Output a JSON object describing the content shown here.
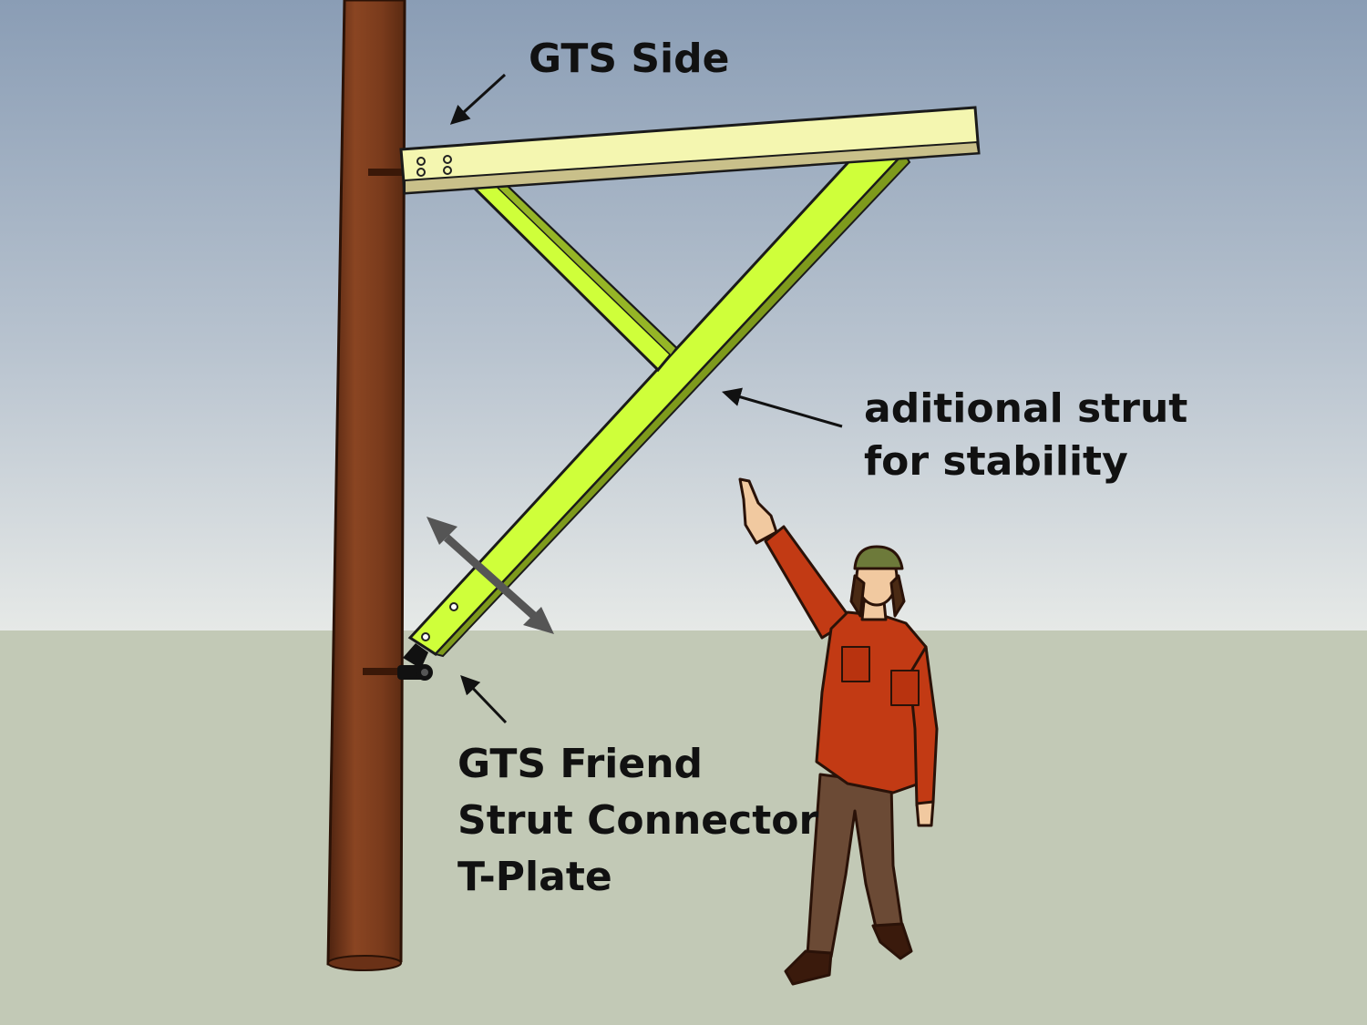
{
  "labels": {
    "gts_side": "GTS Side",
    "additional_strut": [
      "aditional strut",
      "for stability"
    ],
    "connector": [
      "GTS Friend",
      "Strut Connector",
      "T-Plate"
    ]
  },
  "colors": {
    "sky_top": "#8a9db5",
    "sky_bottom": "#e6e9e7",
    "ground": "#c2c9b6",
    "pole": "#7a3b1c",
    "beam": "#f4f6b0",
    "strut": "#cfff3a",
    "shirt": "#c23a14",
    "pants": "#6b4a35",
    "text": "#111111"
  }
}
